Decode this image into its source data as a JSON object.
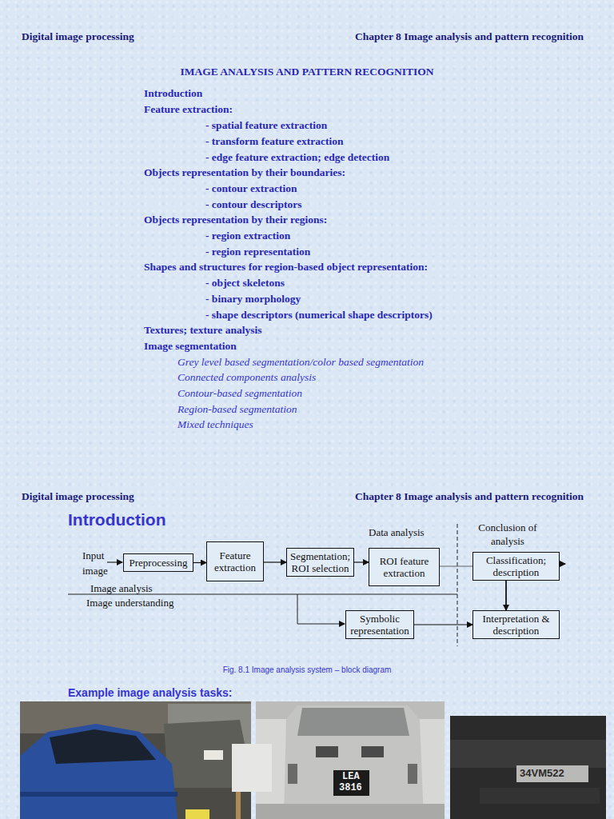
{
  "diagram": {
    "title": "IMAGE ANALYSIS AND PATTERN RECOGNITION",
    "caption": "Fig. 8.1 Image analysis system – block diagram",
    "nodes": [
      {
        "text": [
          "Preprocessing"
        ]
      },
      {
        "text": [
          "Feature extraction"
        ]
      },
      {
        "text": [
          "Segmentation; ROI selection"
        ]
      },
      {
        "text": [
          "ROI feature extraction"
        ]
      },
      {
        "text": [
          "Classification; description"
        ]
      },
      {
        "text": [
          "Symbolic representation"
        ]
      },
      {
        "text": [
          "Interpretation & description"
        ]
      }
    ],
    "edges": [
      {
        "from": 0,
        "to": 1,
        "arrow": "to"
      },
      {
        "from": 1,
        "to": 2,
        "arrow": "to"
      },
      {
        "from": 2,
        "to": 3,
        "arrow": "to"
      },
      {
        "from": 3,
        "to": 4,
        "arrow": "none"
      },
      {
        "from": 4,
        "to": 6,
        "arrow": "to"
      },
      {
        "from": 5,
        "to": 6,
        "arrow": "to"
      }
    ],
    "labels": [
      "Digital image processing",
      "Chapter 8 Image analysis and pattern recognition",
      "Introduction",
      "Feature extraction:",
      "- spatial feature extraction",
      "- transform feature extraction",
      "- edge feature extraction; edge detection",
      "Objects representation by their boundaries:",
      "- contour extraction",
      "- contour descriptors",
      "Objects representation by their regions:",
      "- region extraction",
      "- region representation",
      "Shapes and structures for region-based object representation:",
      "- object skeletons",
      "- binary morphology",
      "- shape descriptors (numerical shape descriptors)",
      "Textures; texture analysis",
      "Image segmentation",
      "Grey level based segmentation/color based segmentation",
      "Connected components analysis",
      "Contour-based segmentation",
      "Region-based segmentation",
      "Mixed techniques",
      "Digital image processing",
      "Chapter 8 Image analysis and pattern recognition",
      "Introduction",
      "Data analysis",
      "Conclusion of analysis",
      "Input image",
      "Image analysis",
      "Image understanding",
      "Example image analysis tasks:",
      "LEA",
      "3816",
      "34VM522"
    ]
  }
}
